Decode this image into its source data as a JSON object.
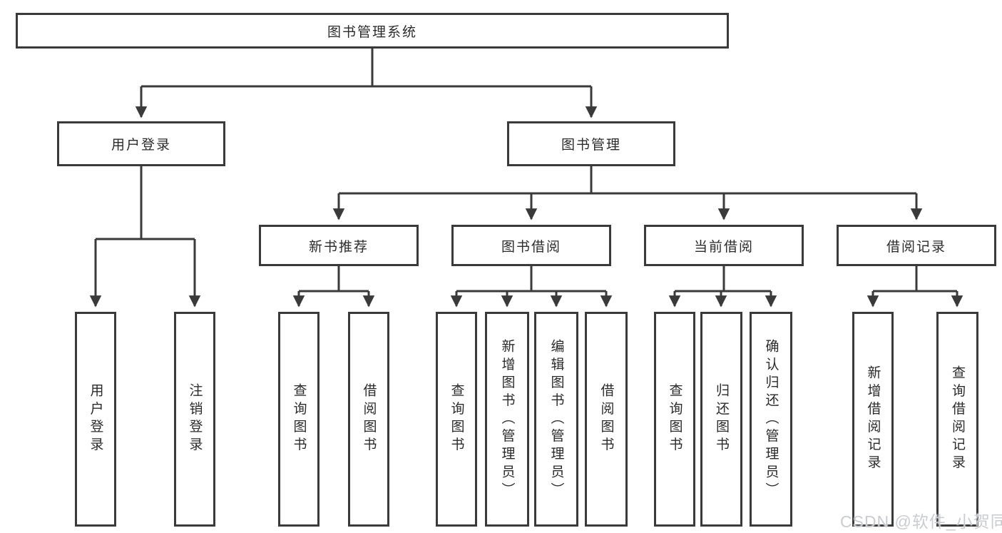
{
  "nodes": {
    "root": "图书管理系统",
    "user_login": "用户登录",
    "book_mgmt": "图书管理",
    "new_books": "新书推荐",
    "book_borrow": "图书借阅",
    "current_borrow": "当前借阅",
    "borrow_records": "借阅记录"
  },
  "leaves": {
    "user_login": [
      "用户登录",
      "注销登录"
    ],
    "new_books": [
      "查询图书",
      "借阅图书"
    ],
    "book_borrow": [
      "查询图书",
      "新增图书（管理员）",
      "编辑图书（管理员）",
      "借阅图书"
    ],
    "current_borrow": [
      "查询图书",
      "归还图书",
      "确认归还（管理员）"
    ],
    "borrow_records": [
      "新增借阅记录",
      "查询借阅记录"
    ]
  },
  "watermark": "CSDN @软件_小贺同学",
  "colors": {
    "line": "#3a3a3a",
    "box_border": "#3a3a3a",
    "box_bg": "#ffffff",
    "text": "#2b2b2b",
    "watermark": "#c9ccd2"
  }
}
